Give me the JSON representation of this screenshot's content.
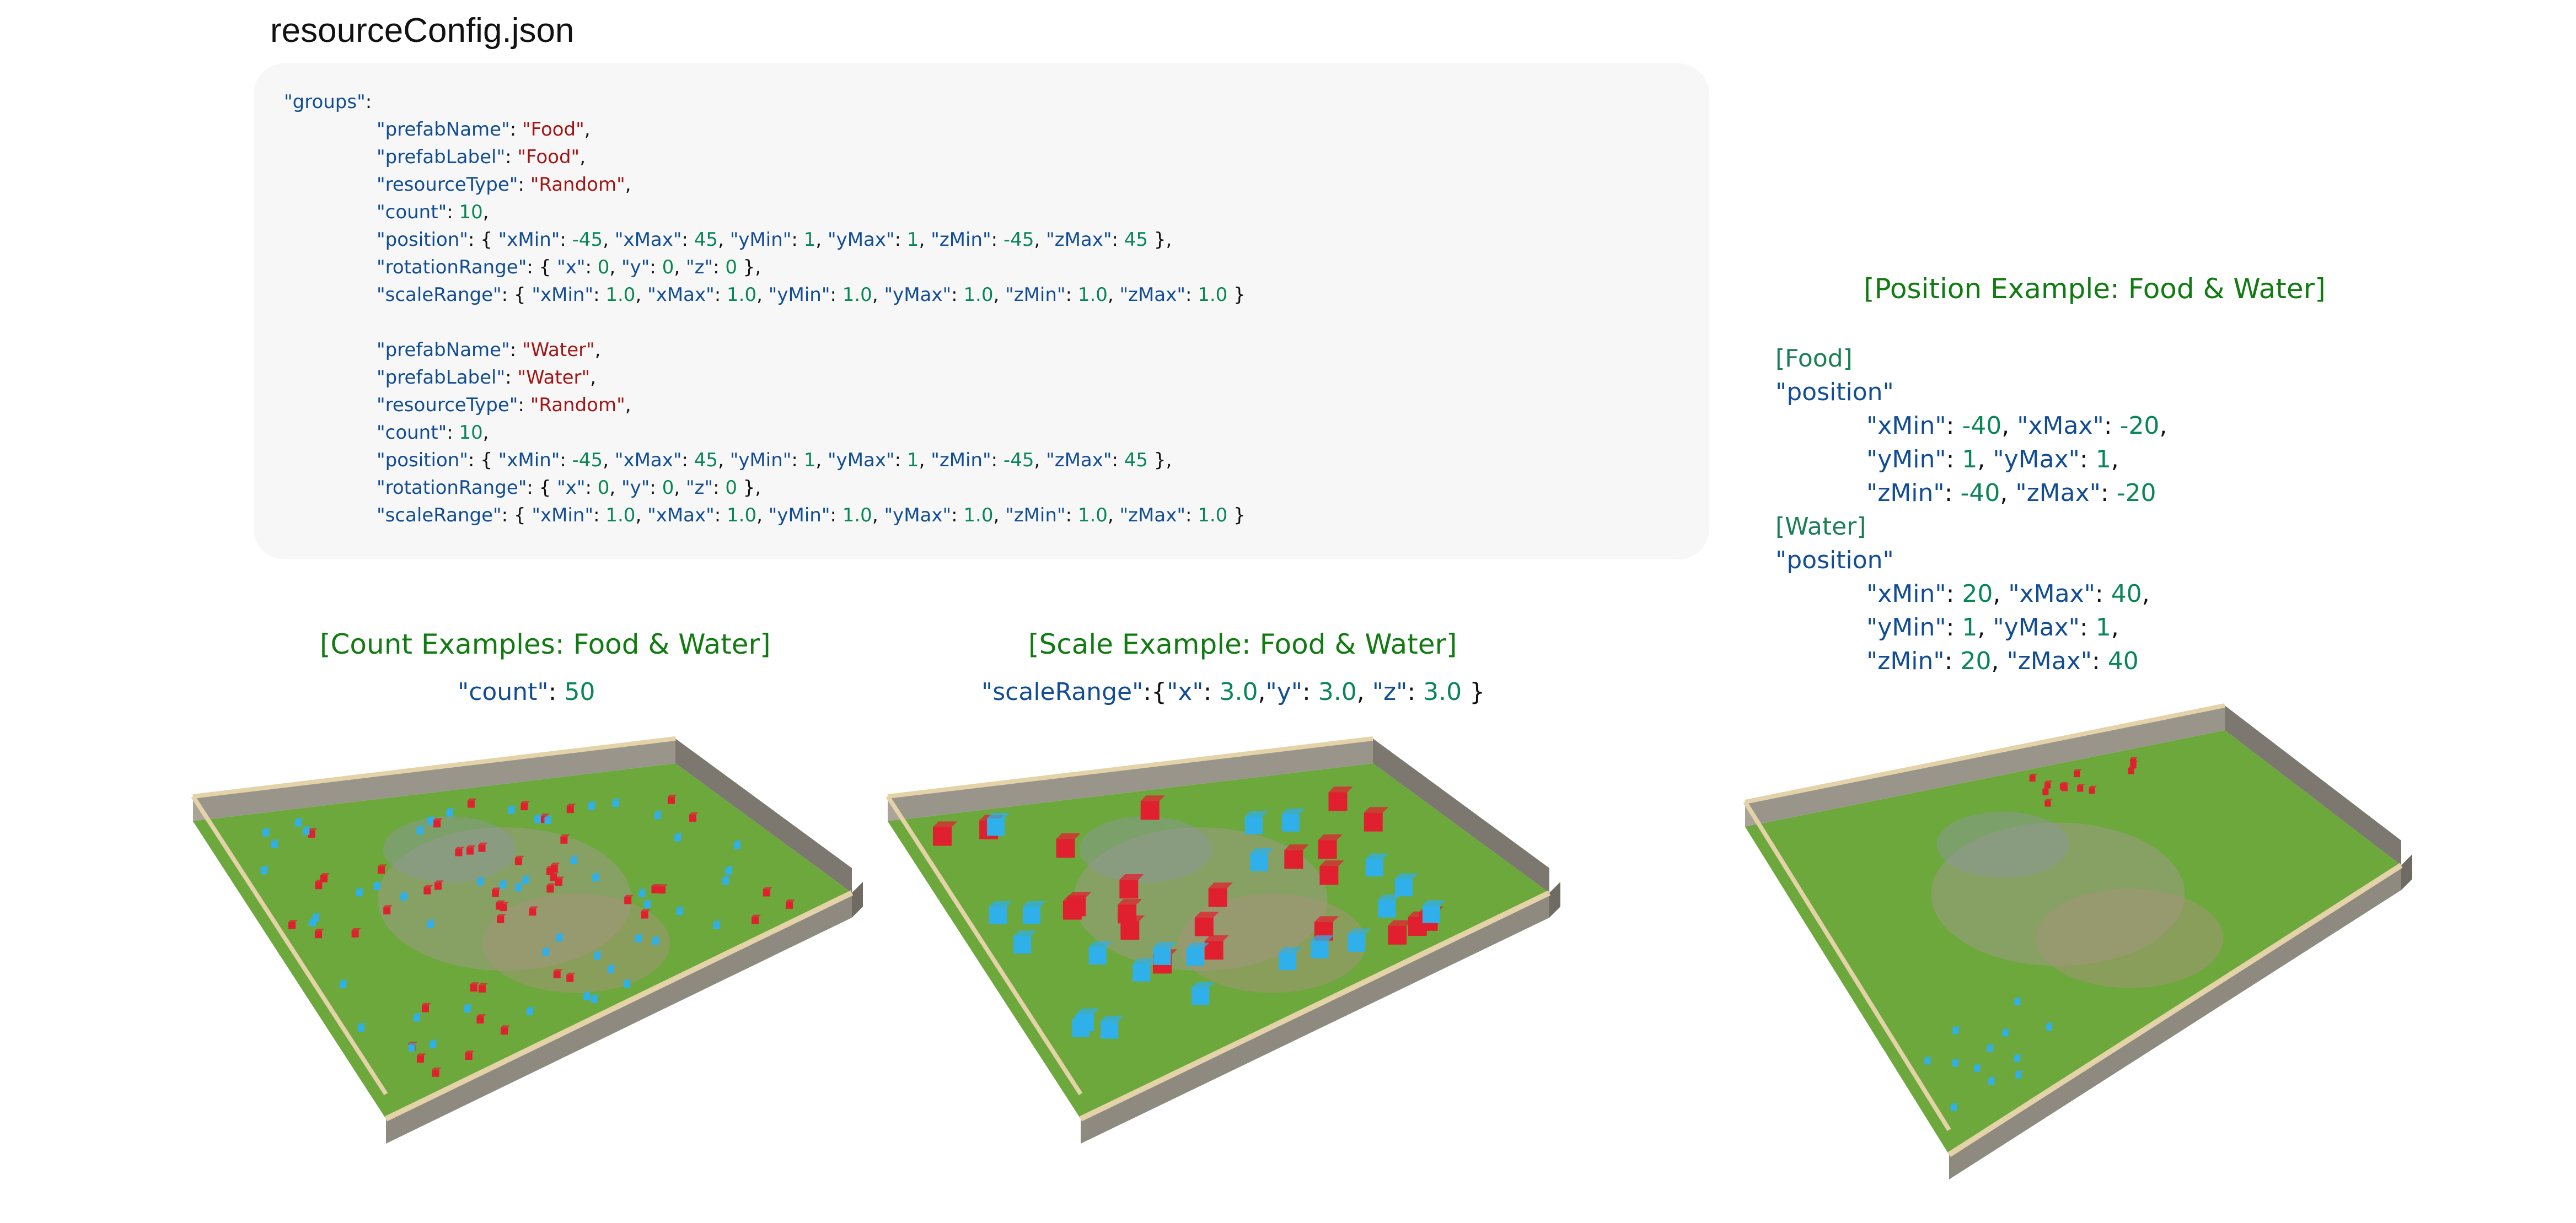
{
  "file_title": "resourceConfig.json",
  "code": {
    "groups_key": "\"groups\"",
    "food": {
      "prefabName": "\"Food\"",
      "prefabLabel": "\"Food\"",
      "resourceType": "\"Random\"",
      "count": "10",
      "pos_xMin": "-45",
      "pos_xMax": "45",
      "pos_yMin": "1",
      "pos_yMax": "1",
      "pos_zMin": "-45",
      "pos_zMax": "45",
      "rot_x": "0",
      "rot_y": "0",
      "rot_z": "0",
      "sc_xMin": "1.0",
      "sc_xMax": "1.0",
      "sc_yMin": "1.0",
      "sc_yMax": "1.0",
      "sc_zMin": "1.0",
      "sc_zMax": "1.0"
    },
    "water": {
      "prefabName": "\"Water\"",
      "prefabLabel": "\"Water\"",
      "resourceType": "\"Random\"",
      "count": "10",
      "pos_xMin": "-45",
      "pos_xMax": "45",
      "pos_yMin": "1",
      "pos_yMax": "1",
      "pos_zMin": "-45",
      "pos_zMax": "45",
      "rot_x": "0",
      "rot_y": "0",
      "rot_z": "0",
      "sc_xMin": "1.0",
      "sc_xMax": "1.0",
      "sc_yMin": "1.0",
      "sc_yMax": "1.0",
      "sc_zMin": "1.0",
      "sc_zMax": "1.0"
    }
  },
  "count_example": {
    "title": "[Count Examples: Food & Water]",
    "key": "\"count\"",
    "value": "50"
  },
  "scale_example": {
    "title": "[Scale Example: Food & Water]",
    "key": "\"scaleRange\"",
    "x": "3.0",
    "y": "3.0",
    "z": "3.0"
  },
  "position_example": {
    "title": "[Position Example: Food & Water]",
    "food_label": "[Food]",
    "water_label": "[Water]",
    "position_key": "\"position\"",
    "food": {
      "xMin": "-40",
      "xMax": "-20",
      "yMin": "1",
      "yMax": "1",
      "zMin": "-40",
      "zMax": "-20"
    },
    "water": {
      "xMin": "20",
      "xMax": "40",
      "yMin": "1",
      "yMax": "1",
      "zMin": "20",
      "zMax": "40"
    }
  },
  "colors": {
    "food_cube": "#e0202e",
    "water_cube": "#2fb0ea",
    "grass": "#6da83c",
    "wall": "#8f8a80",
    "heading": "#117a11"
  }
}
